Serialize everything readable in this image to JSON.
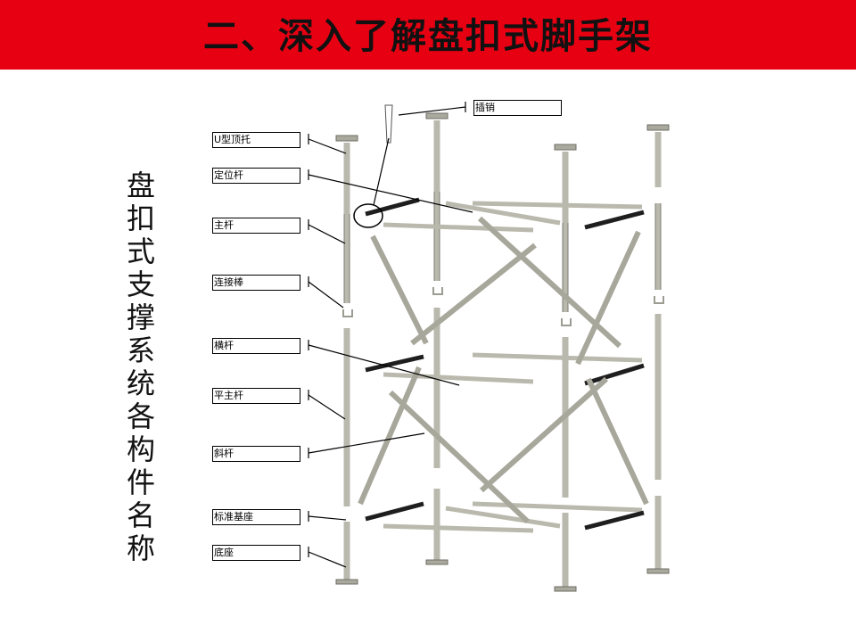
{
  "title": "二、深入了解盘扣式脚手架",
  "side_title": "盘扣式支撑系统各构件名称",
  "colors": {
    "title_bar": "#e60012",
    "pipe": "#b9b9ad",
    "pipe_dark": "#8a8a80",
    "black_bar": "#1e1e1e"
  },
  "labels": [
    {
      "id": "pin",
      "text": "插销"
    },
    {
      "id": "u-head",
      "text": "U型顶托"
    },
    {
      "id": "positioning-bar",
      "text": "定位杆"
    },
    {
      "id": "main-pole",
      "text": "主杆"
    },
    {
      "id": "connecting-rod",
      "text": "连接棒"
    },
    {
      "id": "horizontal-bar",
      "text": "横杆"
    },
    {
      "id": "flat-main-pole",
      "text": "平主杆"
    },
    {
      "id": "diagonal-bar",
      "text": "斜杆"
    },
    {
      "id": "standard-base",
      "text": "标准基座"
    },
    {
      "id": "base",
      "text": "底座"
    }
  ]
}
